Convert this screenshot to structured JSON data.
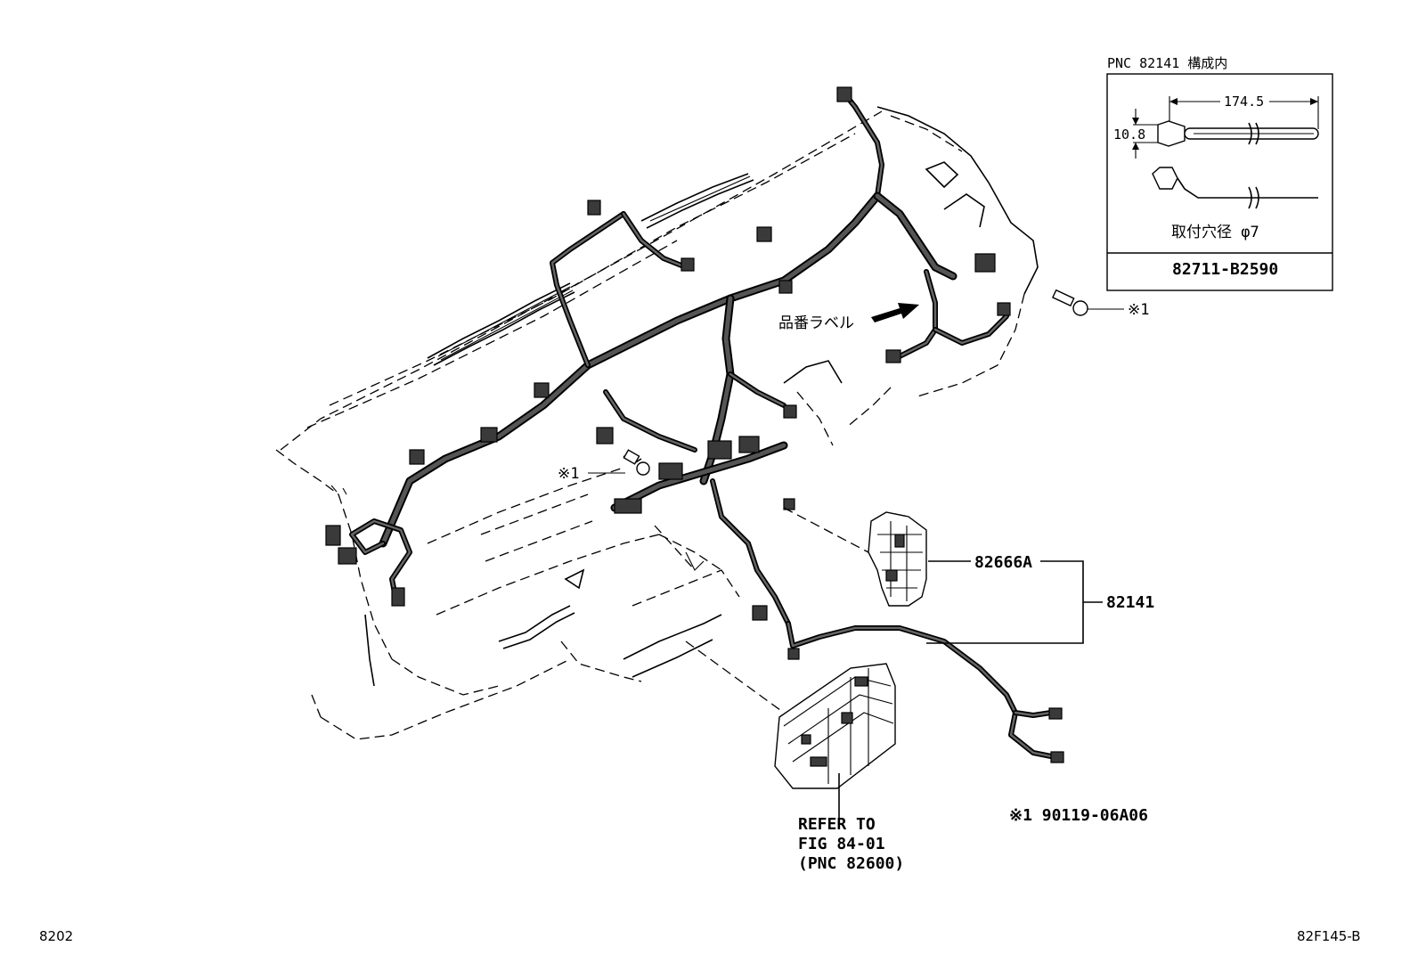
{
  "inset": {
    "header": "PNC 82141 構成内",
    "dimension_length": "174.5",
    "dimension_diameter": "10.8",
    "hole_note": "取付穴径 φ7",
    "part_number": "82711-B2590"
  },
  "callouts": {
    "part_label_note": "品番ラベル",
    "bolt_ref_right": "※1",
    "bolt_ref_left": "※1",
    "relay_block": "82666A",
    "wire_harness": "82141"
  },
  "refer_note": {
    "line1": "REFER TO",
    "line2": "FIG 84-01",
    "line3": "(PNC 82600)"
  },
  "bolt_note": "※1 90119-06A06",
  "footer": {
    "left_code": "8202",
    "right_code": "82F145-B"
  }
}
